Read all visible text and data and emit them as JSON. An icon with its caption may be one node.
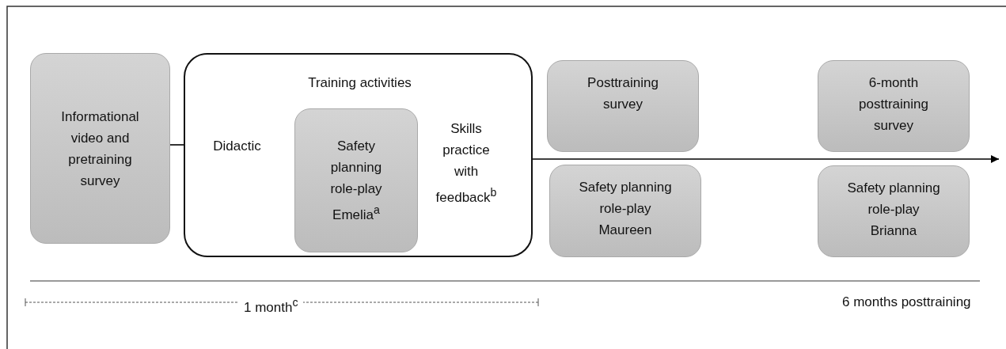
{
  "diagram": {
    "nodes": [
      {
        "text": [
          "Informational video and pretraining survey"
        ]
      },
      {
        "text": [
          "Training activities",
          "Didactic",
          "Skills practice with feedback$^{b}$"
        ]
      },
      {
        "text": [
          "Safety planning role-play Emelia$^{a}$"
        ],
        "in": 1
      },
      {
        "text": [
          "Posttraining survey"
        ]
      },
      {
        "text": [
          "Safety planning role-play Maureen"
        ]
      },
      {
        "text": [
          "6-month posttraining survey"
        ]
      },
      {
        "text": [
          "Safety planning role-play Brianna"
        ]
      }
    ],
    "edges": [
      {
        "from": 0,
        "to": 1,
        "arrow": "none"
      },
      {
        "from": 1,
        "to": null,
        "arrow": "to"
      }
    ],
    "labels": [
      "1 month$^{c}$",
      "6 months posttraining"
    ]
  }
}
